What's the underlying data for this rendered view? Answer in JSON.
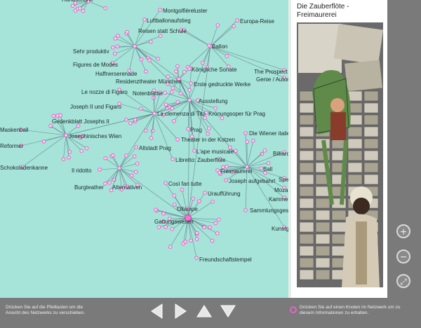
{
  "network": {
    "nodes": [
      {
        "label": "Handschuhe"
      },
      {
        "label": "Montgolfièreluster"
      },
      {
        "label": "Luftballonaufstieg"
      },
      {
        "label": "Europa-Reise"
      },
      {
        "label": "Reisen statt Schule"
      },
      {
        "label": "Ballon"
      },
      {
        "label": "Sehr produktiv"
      },
      {
        "label": "Figures de Modes"
      },
      {
        "label": "Königliche Sonate"
      },
      {
        "label": "Haffnerserenade"
      },
      {
        "label": "The Prospect be"
      },
      {
        "label": "Residenztheater München"
      },
      {
        "label": "Genie / Autom"
      },
      {
        "label": "Erste gedruckte Werke"
      },
      {
        "label": "Le nozze di Figaro"
      },
      {
        "label": "Notenblätter"
      },
      {
        "label": "Ausstellung"
      },
      {
        "label": "Joseph II und Figaro"
      },
      {
        "label": "La clemenza di Tito"
      },
      {
        "label": "Krönungsoper für Prag"
      },
      {
        "label": "Gedenkblatt Josephs II"
      },
      {
        "label": "Maskenball"
      },
      {
        "label": "Josephinisches Wien"
      },
      {
        "label": "Prag"
      },
      {
        "label": "Die Wiener italienische Op"
      },
      {
        "label": "Reformer"
      },
      {
        "label": "Altstadt Prag"
      },
      {
        "label": "Theater in der Kotzen"
      },
      {
        "label": "L'ape musicale"
      },
      {
        "label": "Billiard"
      },
      {
        "label": "Schokoladenkanne"
      },
      {
        "label": "Libretto: Zauberflöte"
      },
      {
        "label": "Il ridotto"
      },
      {
        "label": "Freimaurerei"
      },
      {
        "label": "Ball"
      },
      {
        "label": "Spec"
      },
      {
        "label": "Burgteather"
      },
      {
        "label": "Alternativen"
      },
      {
        "label": "Così fan tutte"
      },
      {
        "label": "Joseph aufgebahrt"
      },
      {
        "label": "Mozar"
      },
      {
        "label": "Uraufführung"
      },
      {
        "label": "Kammermu"
      },
      {
        "label": "Ollampe"
      },
      {
        "label": "Sammlungsgesch"
      },
      {
        "label": "Gattungswesen"
      },
      {
        "label": "Kunstgel"
      },
      {
        "label": "Freundschaftstempel"
      }
    ]
  },
  "panel": {
    "title": "Die Zauberflöte - Freimaurerei"
  },
  "controls": {
    "zoom_in": "+",
    "zoom_out": "−",
    "fit": "⤢"
  },
  "hints": {
    "arrows": "Drücken Sie auf die Pfeiltasten um die Ansicht des Netzwerks zu verschieben.",
    "node": "Drücken Sie auf einen Knoten im Netzwerk um zu diesem Informationen zu erhalten."
  },
  "colors": {
    "network_bg": "#a6e3d8",
    "node_ring": "#e266c8",
    "edge": "#5a7d86",
    "chrome": "#7a7a7a"
  }
}
